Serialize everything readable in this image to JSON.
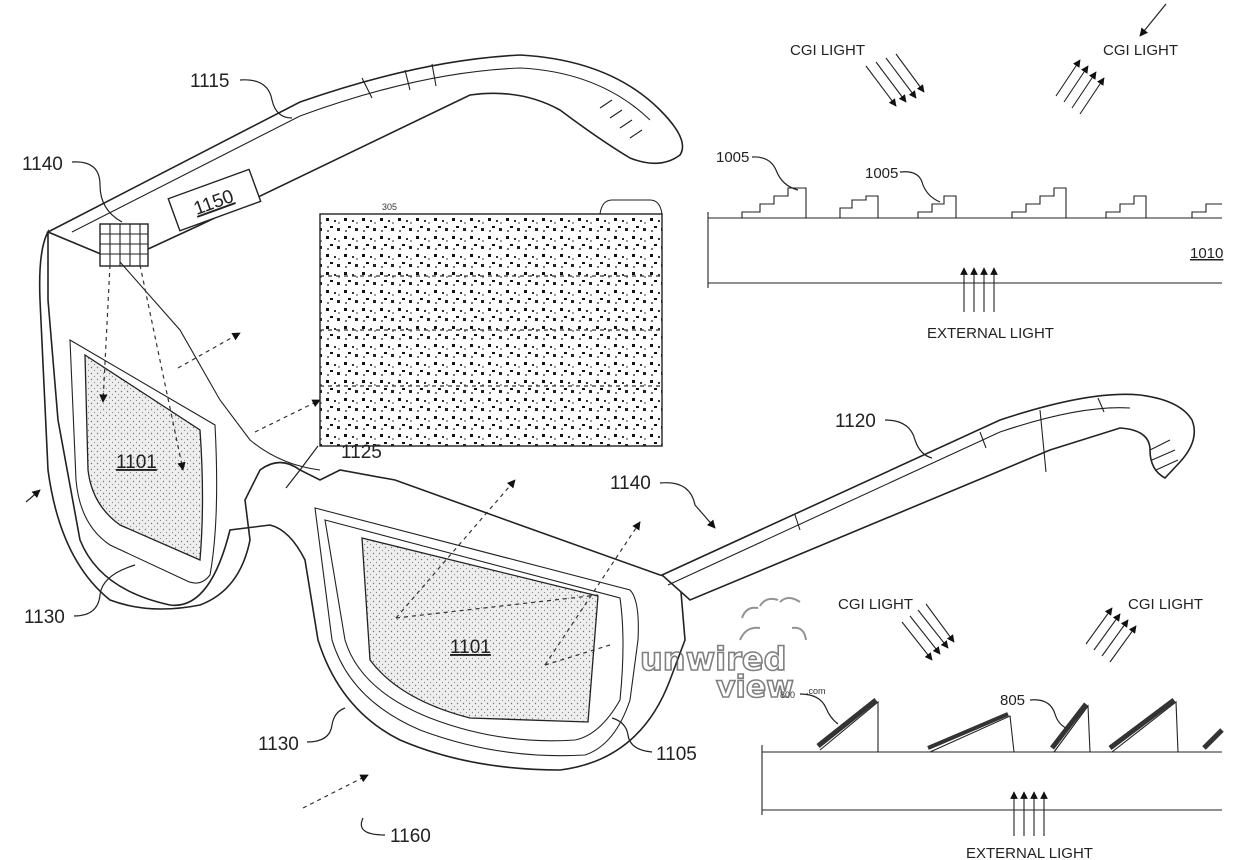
{
  "glasses": {
    "ref_left_arm": "1115",
    "ref_sensor_left": "1140",
    "ref_module": "1150",
    "ref_right_arm": "1120",
    "ref_sensor_right": "1140",
    "ref_lens_left": "1101",
    "ref_lens_right": "1101",
    "ref_rim_left": "1130",
    "ref_rim_right": "1130",
    "ref_frame": "1105",
    "ref_arrow_bottom": "1160",
    "ref_grid": "1125",
    "ref_grid_top": "305"
  },
  "top_inset": {
    "cgi_label_1": "CGI LIGHT",
    "cgi_label_2": "CGI LIGHT",
    "ref_grating_1": "1005",
    "ref_grating_2": "1005",
    "ref_substrate": "1010",
    "external_label": "EXTERNAL LIGHT"
  },
  "bottom_inset": {
    "cgi_label_1": "CGI LIGHT",
    "cgi_label_2": "CGI LIGHT",
    "ref_mirror_1": "800",
    "ref_mirror_2": "805",
    "external_label": "EXTERNAL LIGHT"
  },
  "watermark": {
    "line1": "unwired",
    "line2": "view",
    "suffix": ".com"
  }
}
